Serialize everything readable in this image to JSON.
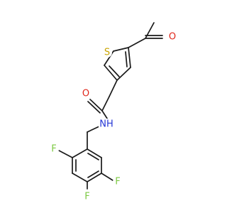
{
  "molecule": {
    "atoms": {
      "sulfur": {
        "label": "S",
        "color": "#c9a400"
      },
      "oxygen_acetyl": {
        "label": "O",
        "color": "#e0271b"
      },
      "oxygen_amide": {
        "label": "O",
        "color": "#e0271b"
      },
      "nitrogen": {
        "label": "NH",
        "color": "#2436d6"
      },
      "fluorine_2": {
        "label": "F",
        "color": "#7cc943"
      },
      "fluorine_4": {
        "label": "F",
        "color": "#7cc943"
      },
      "fluorine_5": {
        "label": "F",
        "color": "#7cc943"
      }
    },
    "bond_color": "#1a1a1a"
  }
}
